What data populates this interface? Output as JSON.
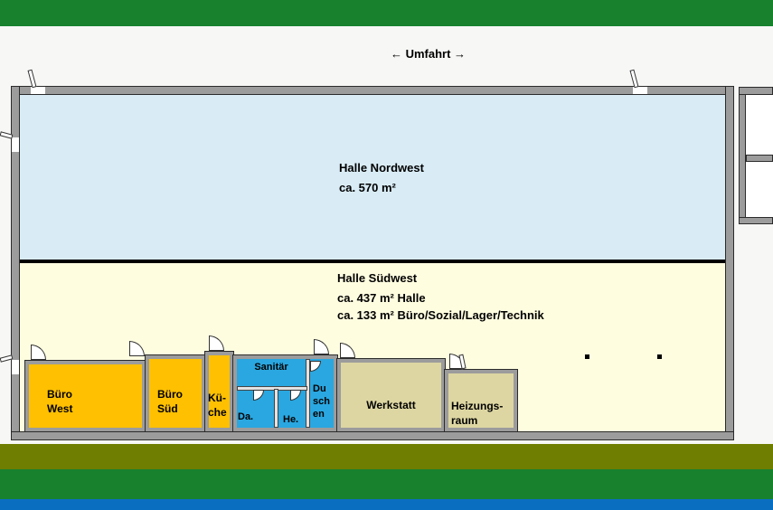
{
  "labels": {
    "umfahrt": "← Umfahrt →"
  },
  "halls": {
    "nordwest": {
      "name": "Halle Nordwest",
      "area": "ca. 570 m²"
    },
    "suedwest": {
      "name": "Halle Südwest",
      "area_halle": "ca. 437 m² Halle",
      "area_buero": "ca. 133 m² Büro/Sozial/Lager/Technik"
    }
  },
  "rooms": {
    "buero_west": {
      "line1": "Büro",
      "line2": "West"
    },
    "buero_sued": {
      "line1": "Büro",
      "line2": "Süd"
    },
    "kueche": {
      "line1": "Kü-",
      "line2": "che"
    },
    "sanitaer": {
      "name": "Sanitär",
      "damen": "Da.",
      "herren": "He.",
      "duschen_line1": "Du",
      "duschen_line2": "sch",
      "duschen_line3": "en"
    },
    "werkstatt": {
      "name": "Werkstatt"
    },
    "heizungsraum": {
      "line1": "Heizungs-",
      "line2": "raum"
    }
  },
  "colors": {
    "band_green": "#17812e",
    "band_olive": "#6f7d00",
    "band_blue": "#0a6ec0",
    "wall_fill": "#9c9c9c",
    "wall_edge": "#2b2b2b",
    "divider": "#000000",
    "hall_nordwest_fill": "#d9ecf6",
    "hall_suedwest_fill": "#fffde0",
    "office_fill": "#fec000",
    "sanitary_fill": "#2aa7e0",
    "workshop_fill": "#ddd6a2"
  }
}
